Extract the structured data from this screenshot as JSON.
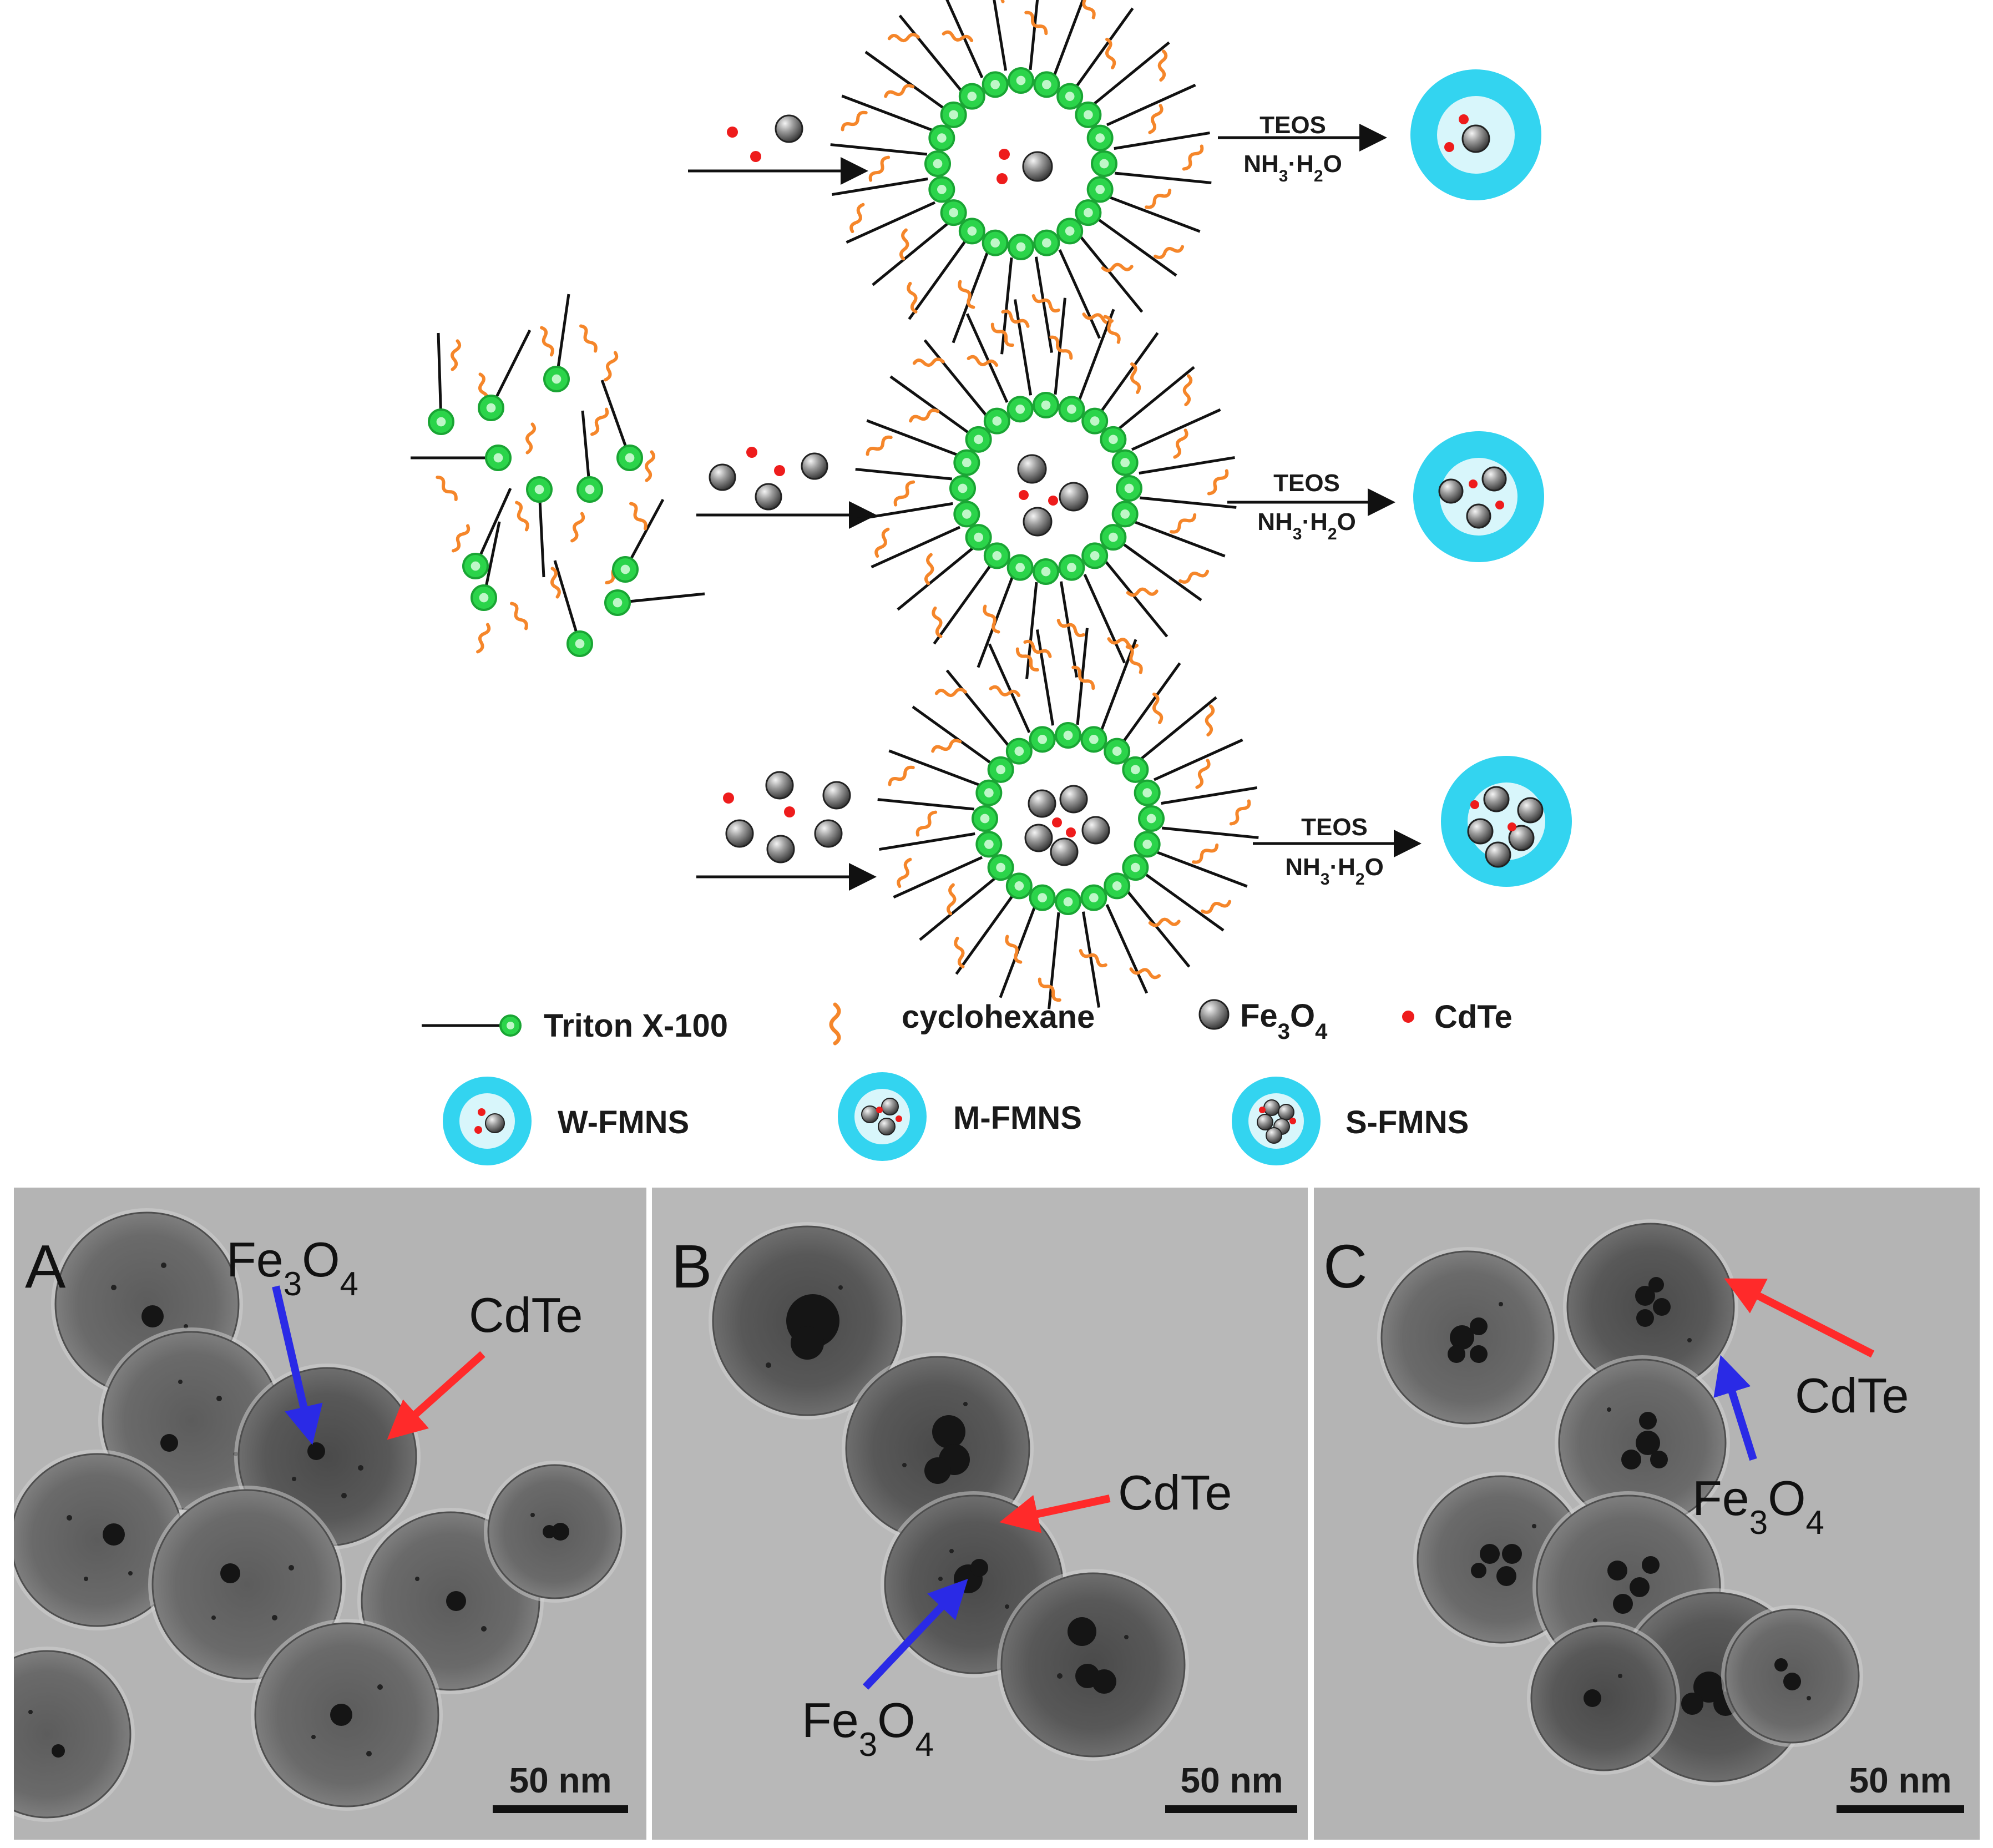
{
  "scheme": {
    "reagent_top": "TEOS",
    "reagent_bottom_parts": {
      "base": "NH",
      "sub1": "3",
      "mid": "·H",
      "sub2": "2",
      "end": "O"
    }
  },
  "legend": {
    "triton": "Triton X-100",
    "cyclohexane": "cyclohexane",
    "fe3o4": {
      "base": "Fe",
      "sub1": "3",
      "mid": "O",
      "sub2": "4"
    },
    "cdte": "CdTe",
    "w_fmns": "W-FMNS",
    "m_fmns": "M-FMNS",
    "s_fmns": "S-FMNS"
  },
  "tem": {
    "panels": [
      {
        "letter": "A",
        "scale_bar": "50 nm"
      },
      {
        "letter": "B",
        "scale_bar": "50 nm"
      },
      {
        "letter": "C",
        "scale_bar": "50 nm"
      }
    ],
    "cdte_label": "CdTe",
    "fe3o4_label": {
      "base": "Fe",
      "sub1": "3",
      "mid": "O",
      "sub2": "4"
    }
  },
  "colors": {
    "silica_shell": "#33d4f0",
    "silica_core": "#d8f6fb",
    "surfactant_head": "#2bd44a",
    "cyclohexane": "#f5862a",
    "cdte_dot": "#ee1c1c",
    "fe3o4_sphere": "#6f6f6f",
    "arrow_cdte": "#ff2a2a",
    "arrow_fe3o4": "#2a2ae6",
    "tem_background": "#b6b6b6"
  }
}
